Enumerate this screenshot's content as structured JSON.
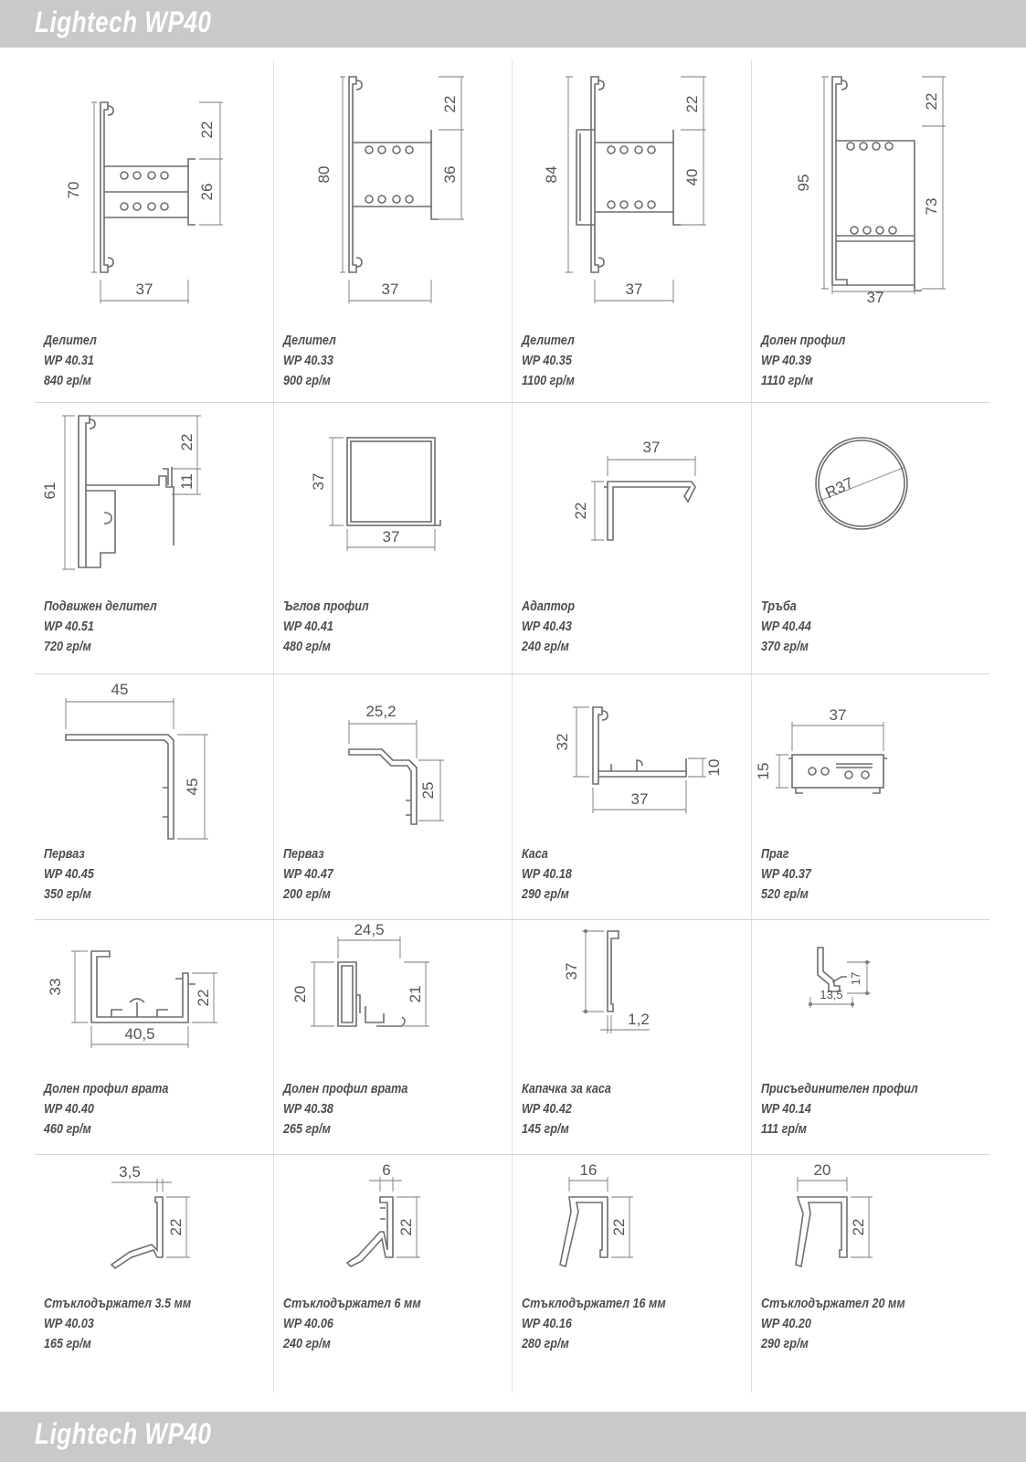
{
  "header": {
    "title": "Lightech WP40"
  },
  "footer": {
    "title": "Lightech WP40"
  },
  "profiles": [
    {
      "name": "Делител",
      "code": "WP 40.31",
      "weight": "840 гр/м",
      "dims": [
        "70",
        "22",
        "26",
        "37"
      ]
    },
    {
      "name": "Делител",
      "code": "WP 40.33",
      "weight": "900 гр/м",
      "dims": [
        "80",
        "22",
        "36",
        "37"
      ]
    },
    {
      "name": "Делител",
      "code": "WP 40.35",
      "weight": "1100 гр/м",
      "dims": [
        "84",
        "22",
        "40",
        "37"
      ]
    },
    {
      "name": "Долен профил",
      "code": "WP 40.39",
      "weight": "1110 гр/м",
      "dims": [
        "95",
        "22",
        "73",
        "37"
      ]
    },
    {
      "name": "Подвижен делител",
      "code": "WP 40.51",
      "weight": "720 гр/м",
      "dims": [
        "61",
        "22",
        "11"
      ]
    },
    {
      "name": "Ъглов профил",
      "code": "WP 40.41",
      "weight": "480 гр/м",
      "dims": [
        "37",
        "37"
      ]
    },
    {
      "name": "Адаптор",
      "code": "WP 40.43",
      "weight": "240 гр/м",
      "dims": [
        "37",
        "22"
      ]
    },
    {
      "name": "Тръба",
      "code": "WP 40.44",
      "weight": "370  гр/м",
      "dims": [
        "R37"
      ]
    },
    {
      "name": "Перваз",
      "code": "WP 40.45",
      "weight": "350 гр/м",
      "dims": [
        "45",
        "45"
      ]
    },
    {
      "name": "Перваз",
      "code": "WP 40.47",
      "weight": "200 гр/м",
      "dims": [
        "25,2",
        "25"
      ]
    },
    {
      "name": "Каса",
      "code": "WP 40.18",
      "weight": "290 гр/м",
      "dims": [
        "32",
        "10",
        "37"
      ]
    },
    {
      "name": "Праг",
      "code": "WP 40.37",
      "weight": "520 гр/м",
      "dims": [
        "37",
        "15"
      ]
    },
    {
      "name": "Долен профил врата",
      "code": "WP 40.40",
      "weight": "460 гр/м",
      "dims": [
        "33",
        "22",
        "40,5"
      ]
    },
    {
      "name": "Долен профил врата",
      "code": "WP 40.38",
      "weight": "265 гр/м",
      "dims": [
        "24,5",
        "20",
        "21"
      ]
    },
    {
      "name": "Капачка за каса",
      "code": "WP 40.42",
      "weight": "145 гр/м",
      "dims": [
        "37",
        "1,2"
      ]
    },
    {
      "name": "Присъединителен профил",
      "code": "WP 40.14",
      "weight": "111 гр/м",
      "dims": [
        "17",
        "13,5"
      ]
    },
    {
      "name": "Стъклодържател 3.5 мм",
      "code": "WP 40.03",
      "weight": "165 гр/м",
      "dims": [
        "3,5",
        "22"
      ]
    },
    {
      "name": "Стъклодържател 6 мм",
      "code": "WP 40.06",
      "weight": "240 гр/м",
      "dims": [
        "6",
        "22"
      ]
    },
    {
      "name": "Стъклодържател 16 мм",
      "code": "WP 40.16",
      "weight": "280 гр/м",
      "dims": [
        "16",
        "22"
      ]
    },
    {
      "name": "Стъклодържател 20 мм",
      "code": "WP 40.20",
      "weight": "290 гр/м",
      "dims": [
        "20",
        "22"
      ]
    }
  ]
}
